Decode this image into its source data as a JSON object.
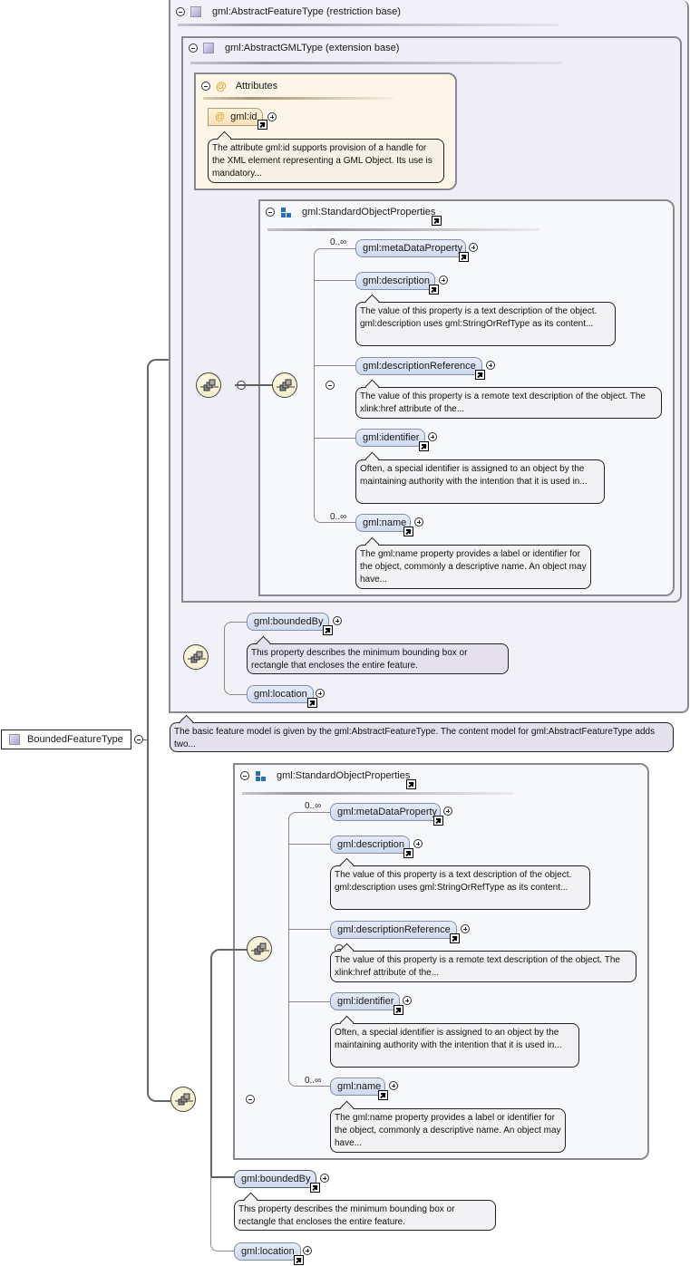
{
  "root": {
    "label": "BoundedFeatureType"
  },
  "root_annotation": "The basic feature model is given by the gml:AbstractFeatureType. The content model for gml:AbstractFeatureType adds two...",
  "restriction_base": {
    "label": "gml:AbstractFeatureType (restriction base)"
  },
  "extension_base": {
    "label": "gml:AbstractGMLType (extension base)"
  },
  "attributes": {
    "label": "Attributes",
    "id": {
      "label": "gml:id",
      "doc": "The attribute gml:id supports provision of a handle for the XML element representing a GML Object. Its use is mandatory..."
    }
  },
  "group_top": {
    "label": "gml:StandardObjectProperties",
    "elements": [
      {
        "label": "gml:metaDataProperty",
        "occurs": "0..∞",
        "doc": ""
      },
      {
        "label": "gml:description",
        "occurs": "",
        "doc": "The value of this property is a text description of the object. gml:description uses gml:StringOrRefType as its content..."
      },
      {
        "label": "gml:descriptionReference",
        "occurs": "",
        "doc": "The value of this property is a remote text description of the object. The xlink:href attribute of the..."
      },
      {
        "label": "gml:identifier",
        "occurs": "",
        "doc": "Often, a special identifier is assigned to an object by the maintaining authority with the intention that it is used in..."
      },
      {
        "label": "gml:name",
        "occurs": "0..∞",
        "doc": "The gml:name property provides a label or identifier for the object, commonly a descriptive name. An object may have..."
      }
    ]
  },
  "feature_top": {
    "boundedBy": {
      "label": "gml:boundedBy",
      "doc": "This property describes the minimum bounding box or rectangle that encloses the entire feature."
    },
    "location": {
      "label": "gml:location"
    }
  },
  "group_bottom": {
    "label": "gml:StandardObjectProperties",
    "elements": [
      {
        "label": "gml:metaDataProperty",
        "occurs": "0..∞",
        "doc": ""
      },
      {
        "label": "gml:description",
        "occurs": "",
        "doc": "The value of this property is a text description of the object. gml:description uses gml:StringOrRefType as its content..."
      },
      {
        "label": "gml:descriptionReference",
        "occurs": "",
        "doc": "The value of this property is a remote text description of the object. The xlink:href attribute of the..."
      },
      {
        "label": "gml:identifier",
        "occurs": "",
        "doc": "Often, a special identifier is assigned to an object by the maintaining authority with the intention that it is used in..."
      },
      {
        "label": "gml:name",
        "occurs": "0..∞",
        "doc": "The gml:name property provides a label or identifier for the object, commonly a descriptive name. An object may have..."
      }
    ]
  },
  "feature_bottom": {
    "boundedBy": {
      "label": "gml:boundedBy",
      "doc": "This property describes the minimum bounding box or rectangle that encloses the entire feature."
    },
    "location": {
      "label": "gml:location"
    }
  }
}
